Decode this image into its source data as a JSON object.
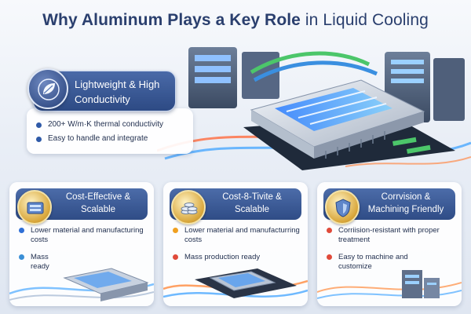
{
  "title": {
    "part1": "Why Aluminum Plays a Key Role",
    "part2": " in Liquid Cooling"
  },
  "main": {
    "heading": "Lightweight & High Conductivity",
    "icon": "leaf-icon",
    "bullets": [
      "200+ W/m·K thermal conductivity",
      "Easy to handle and integrate"
    ]
  },
  "cards": [
    {
      "heading": "Cost-Effective & Scalable",
      "icon": "server-icon",
      "bullets": [
        "Lower material and manufacturing costs",
        "Mass ready"
      ],
      "bullet_colors": [
        "#2f6fd6",
        "#3a8fd6"
      ]
    },
    {
      "heading": "Cost-8-Tivite & Scalable",
      "icon": "coins-icon",
      "bullets": [
        "Lower material and manufacturring costs",
        "Mass production ready"
      ],
      "bullet_colors": [
        "#f0a020",
        "#e04a3a"
      ]
    },
    {
      "heading": "Corrvision & Machining Friendly",
      "icon": "shield-icon",
      "bullets": [
        "Corriision-resistant with proper treatment",
        "Easy to machine and customize"
      ],
      "bullet_colors": [
        "#e04a3a",
        "#e04a3a"
      ]
    }
  ],
  "colors": {
    "navy": "#2a3f6e",
    "header_blue": "#3a5a96",
    "gold": "#d8a63a",
    "coolant_blue": "#4aa8ff",
    "pipe_green": "#4cc66a"
  }
}
